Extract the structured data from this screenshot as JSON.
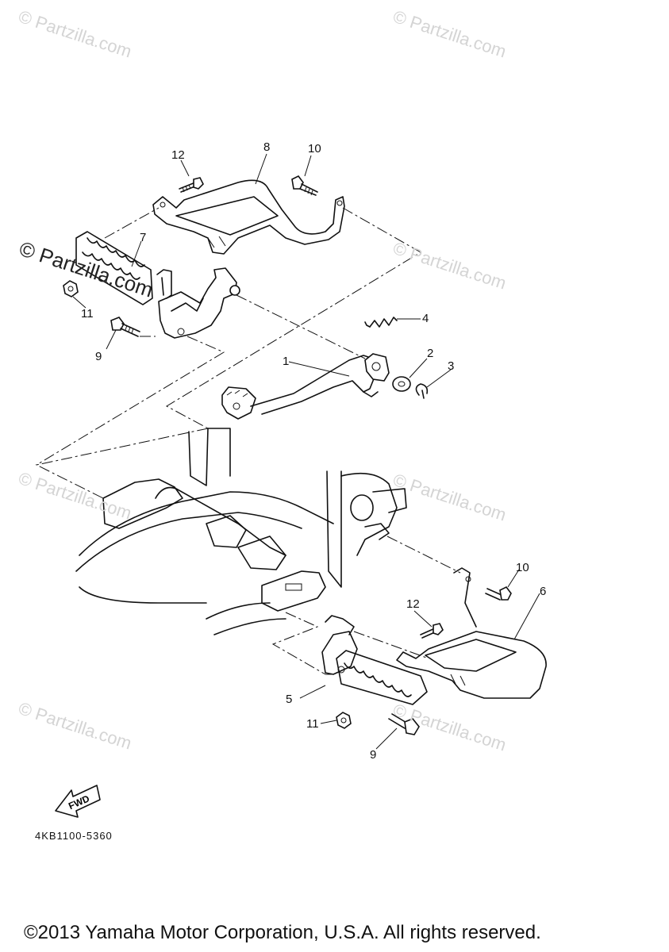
{
  "watermarks": {
    "brand": "© Partzilla.com"
  },
  "callouts": {
    "c1": "1",
    "c2": "2",
    "c3": "3",
    "c4": "4",
    "c5": "5",
    "c6": "6",
    "c7": "7",
    "c8": "8",
    "c9_top": "9",
    "c9_bottom": "9",
    "c10_top": "10",
    "c10_bottom": "10",
    "c11_top": "11",
    "c11_bottom": "11",
    "c12_top": "12",
    "c12_bottom": "12"
  },
  "fwd_label": "FWD",
  "part_code": "4KB1100-5360",
  "copyright": "©2013 Yamaha Motor Corporation, U.S.A. All rights reserved."
}
